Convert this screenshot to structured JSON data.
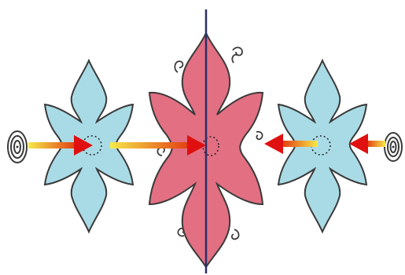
{
  "diagram": {
    "description_free": true,
    "colors": {
      "background": "#ffffff",
      "small_petal_fill": "#a9dbe6",
      "large_petal_fill": "#e26f82",
      "petal_outline": "#3a3a3a",
      "arrow_head": "#e01010",
      "arrow_gradient_start": "#f6e94a",
      "arrow_gradient_end": "#e23a10",
      "axis_line": "#2a2f6a",
      "spiral": "#3a3a3a",
      "center_dots": "#222222"
    },
    "icons": {
      "left_end": "spiral-coil-icon",
      "right_end": "spiral-coil-icon",
      "tendrils": "curl-icon"
    },
    "elements": {
      "left_flower": "small-blue-flower",
      "center_flower": "large-pink-flower",
      "right_flower": "small-blue-flower",
      "arrows_count": 4,
      "symmetry_axis": "vertical"
    }
  }
}
